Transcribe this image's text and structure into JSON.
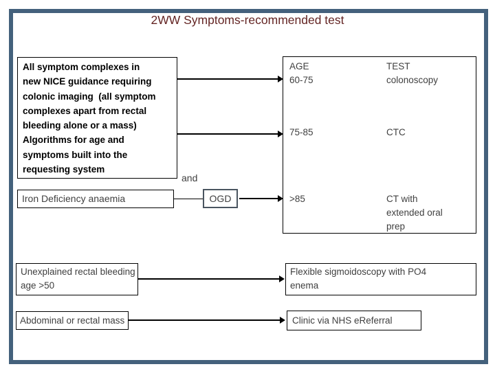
{
  "title": "2WW Symptoms-recommended test",
  "colors": {
    "frame": "#44617c",
    "title_text": "#632423",
    "box_border": "#000000",
    "body_text": "#3f3f3f",
    "ogd_border": "#4a5560",
    "arrow": "#000000"
  },
  "boxes": {
    "symptom_complexes": {
      "lines": [
        "All symptom complexes in",
        "new NICE guidance requiring",
        "colonic imaging  (all symptom",
        "complexes apart from rectal",
        "bleeding alone or a mass)",
        "Algorithms for age and",
        "symptoms built into the",
        "requesting system"
      ]
    },
    "iron_deficiency": {
      "label": "Iron Deficiency anaemia"
    },
    "ogd": {
      "label": "OGD"
    },
    "unexplained_bleeding": {
      "lines": [
        "Unexplained rectal bleeding",
        "age >50"
      ]
    },
    "flexible_sigmoidoscopy": {
      "lines": [
        "Flexible sigmoidoscopy with PO4",
        "enema"
      ]
    },
    "abdominal_mass": {
      "label": "Abdominal or rectal mass"
    },
    "clinic_referral": {
      "label": "Clinic via NHS eReferral"
    }
  },
  "connector_labels": {
    "and": "and"
  },
  "age_test_table": {
    "rows": [
      {
        "age": [
          "AGE",
          "60-75"
        ],
        "test": [
          "TEST",
          "colonoscopy"
        ]
      },
      {
        "age": [
          "75-85"
        ],
        "test": [
          "CTC"
        ]
      },
      {
        "age": [
          ">85"
        ],
        "test": [
          "CT with",
          "extended oral",
          "prep"
        ]
      }
    ]
  }
}
